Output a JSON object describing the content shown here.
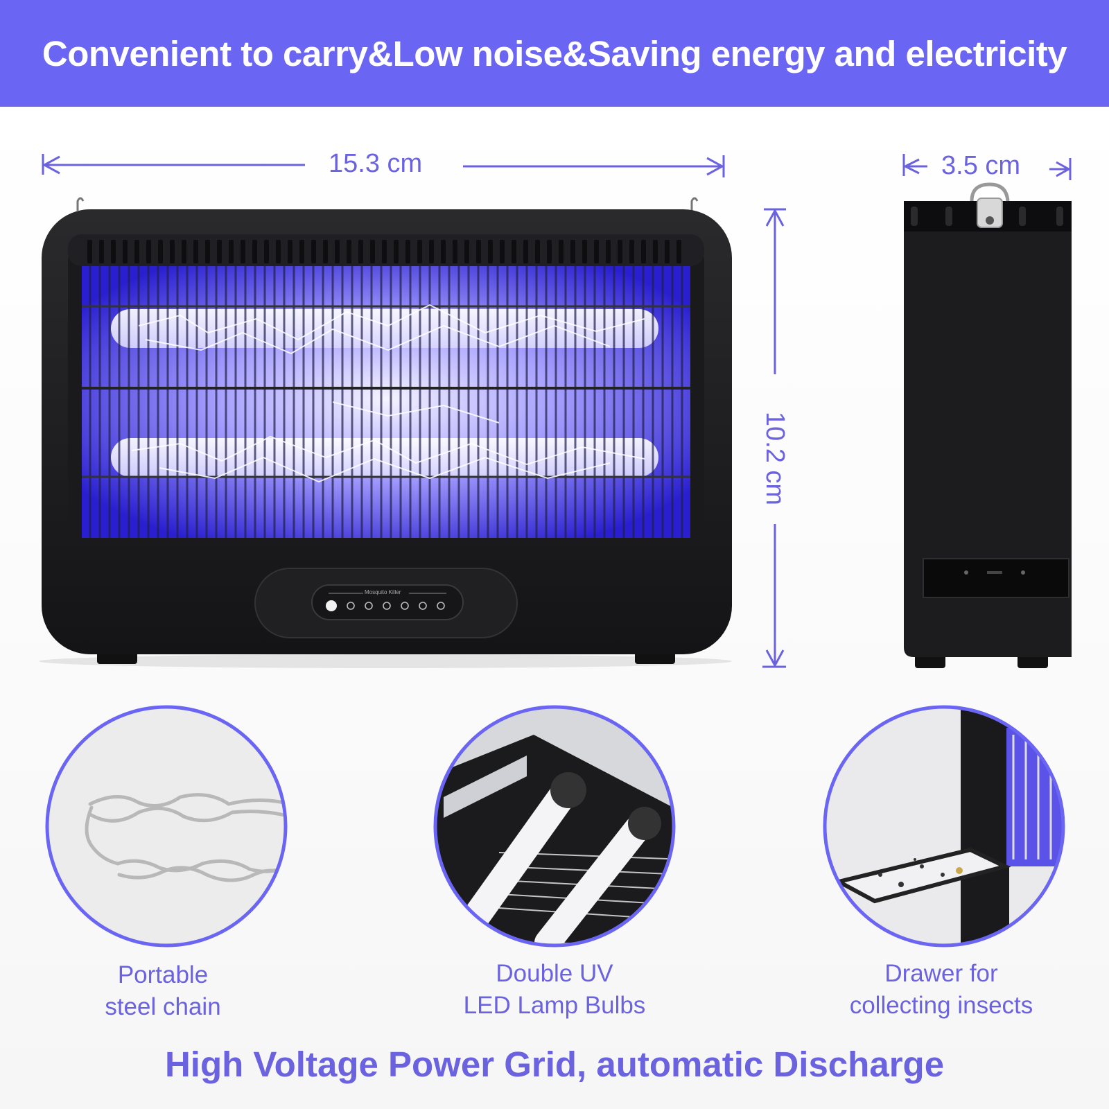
{
  "header": {
    "title": "Convenient to carry&Low noise&Saving energy and electricity"
  },
  "dimensions": {
    "width": "15.3 cm",
    "height": "10.2 cm",
    "depth": "3.5 cm"
  },
  "product": {
    "panel_brand": "Mosquito Killer"
  },
  "features": [
    {
      "line1": "Portable",
      "line2": "steel chain"
    },
    {
      "line1": "Double UV",
      "line2": "LED Lamp Bulbs"
    },
    {
      "line1": "Drawer for",
      "line2": "collecting insects"
    }
  ],
  "footer": {
    "tagline": "High Voltage Power Grid, automatic Discharge"
  },
  "colors": {
    "accent": "#6b65f3",
    "text_accent": "#6b62e0",
    "device_body": "#1d1d1f",
    "uv_glow": "#4b3cf0"
  }
}
